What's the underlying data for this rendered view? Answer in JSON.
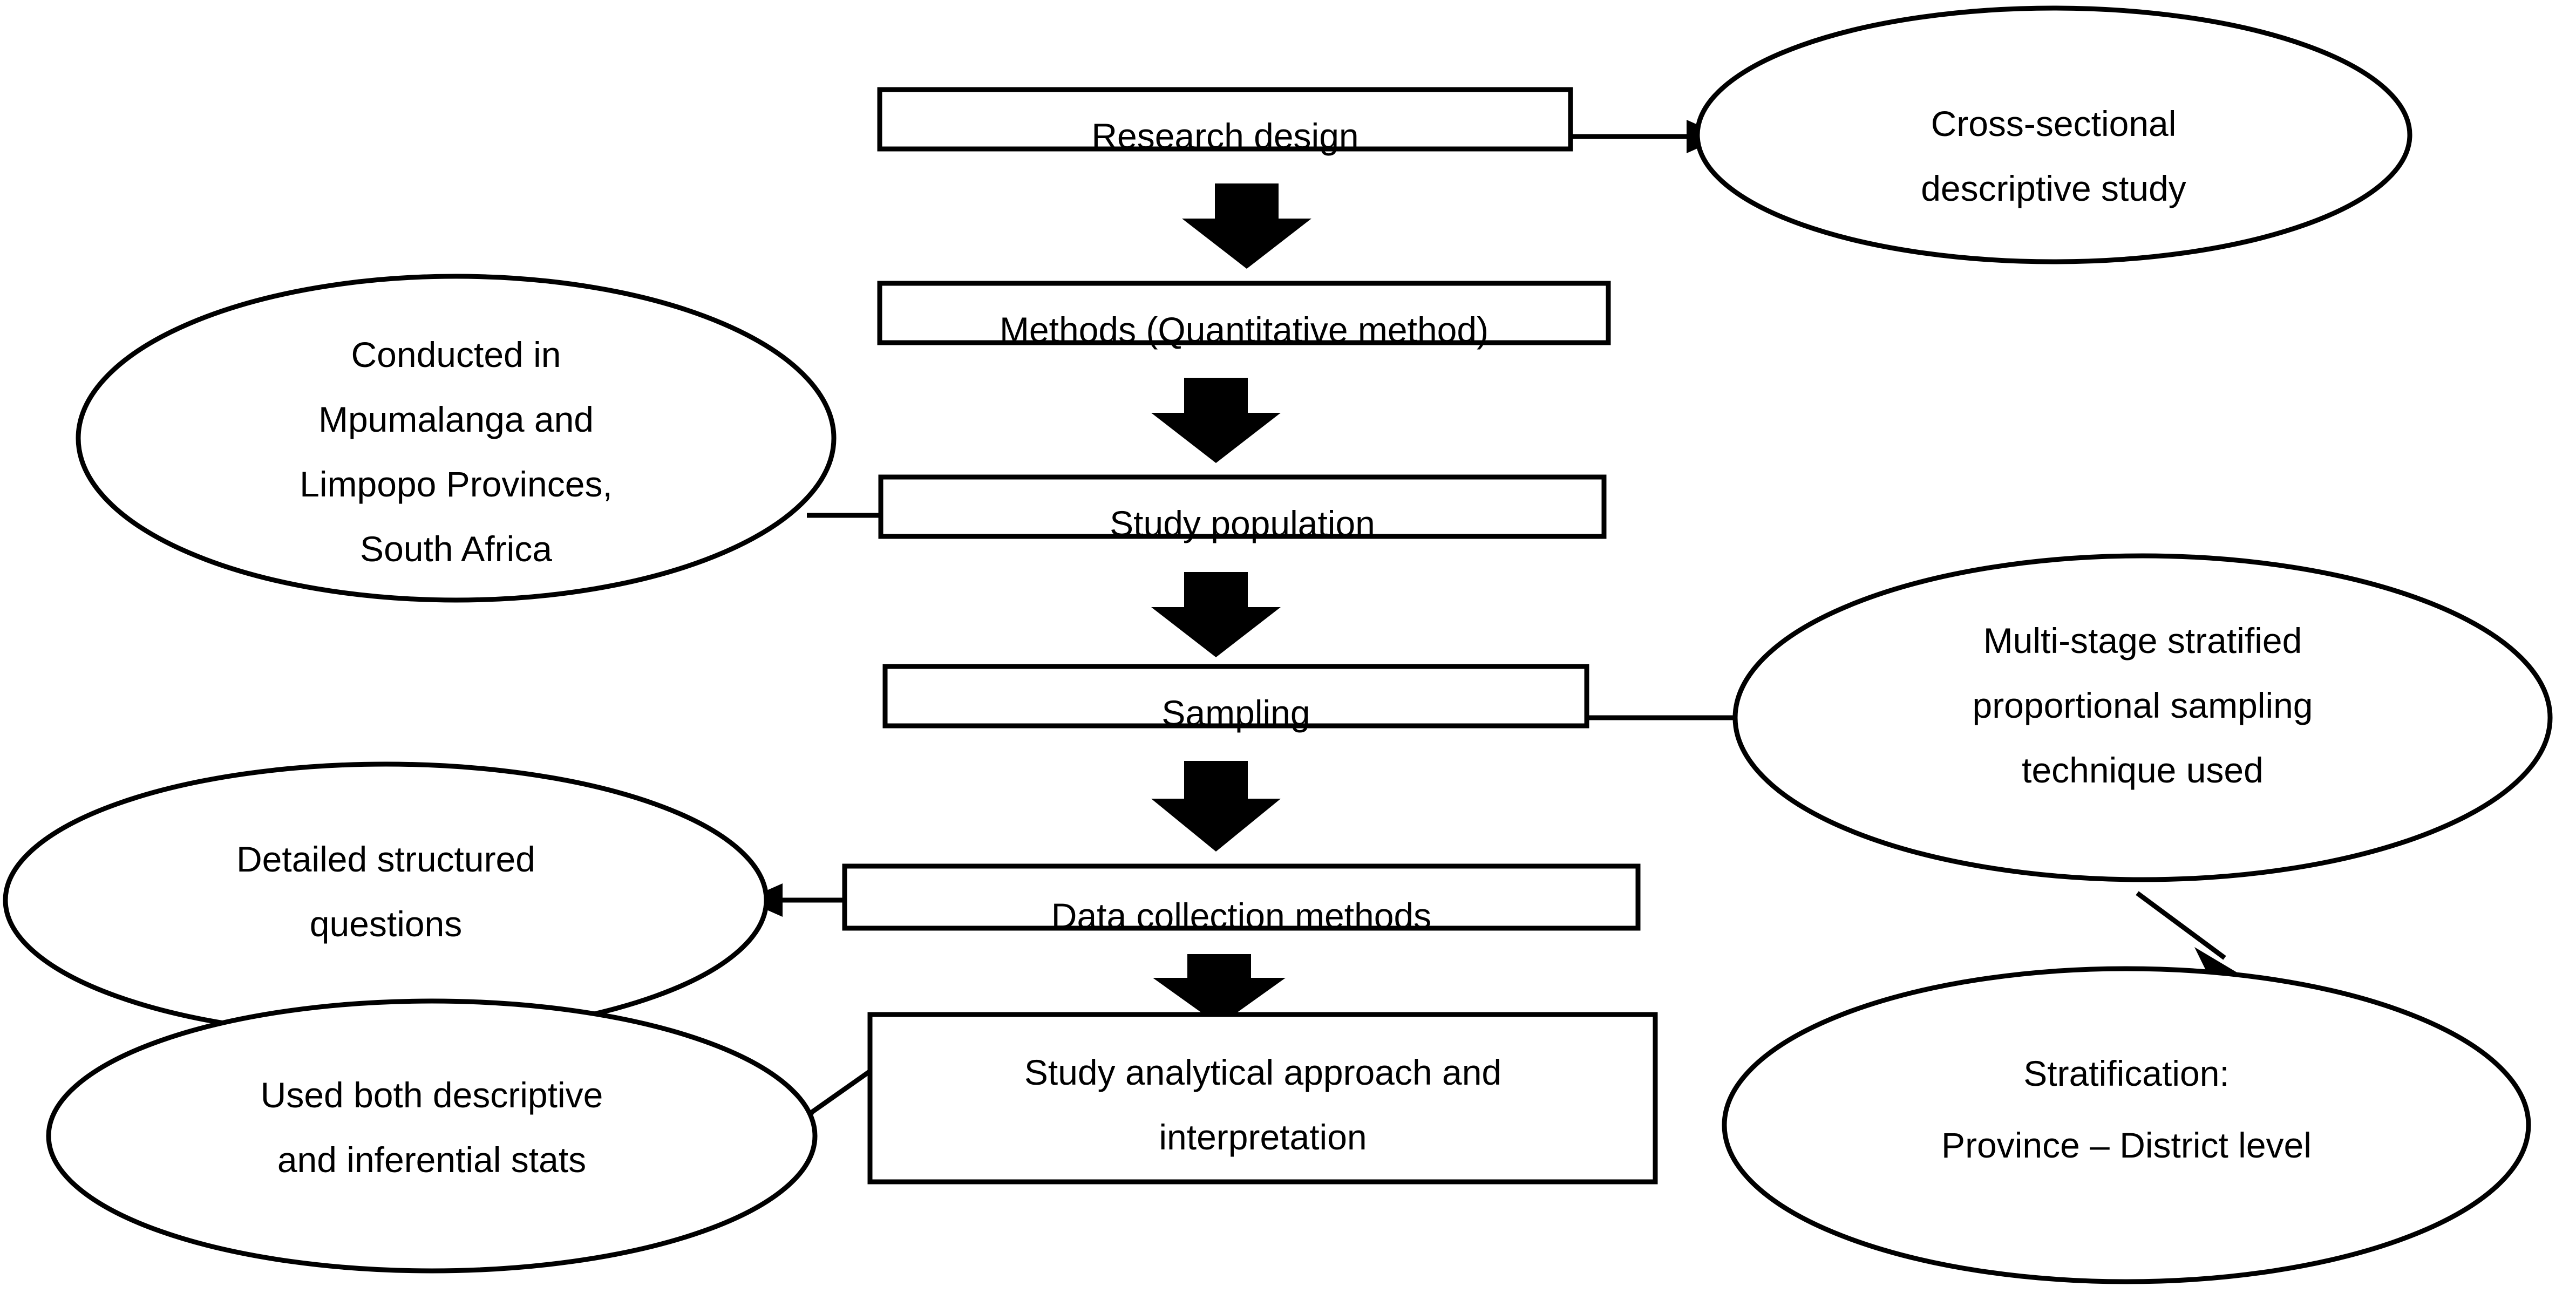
{
  "diagram": {
    "title": "Research methodology flowchart",
    "colors": {
      "stroke": "#000000",
      "fill": "#ffffff",
      "text": "#000000"
    },
    "process_boxes": [
      {
        "id": "research-design",
        "label": "Research design",
        "lines": [
          "Research design"
        ]
      },
      {
        "id": "methods",
        "label": "Methods (Quantitative method)",
        "lines": [
          "Methods (Quantitative method)"
        ]
      },
      {
        "id": "study-population",
        "label": "Study population",
        "lines": [
          "Study population"
        ]
      },
      {
        "id": "sampling",
        "label": "Sampling",
        "lines": [
          "Sampling"
        ]
      },
      {
        "id": "data-collection-methods",
        "label": "Data collection methods",
        "lines": [
          "Data collection methods"
        ]
      },
      {
        "id": "study-analytical-approach",
        "label": "Study analytical approach and interpretation",
        "lines": [
          "Study analytical approach and",
          "interpretation"
        ]
      }
    ],
    "ellipses": [
      {
        "id": "cross-sectional-descriptive-study",
        "label": "Cross-sectional descriptive study",
        "lines": [
          "Cross-sectional",
          "descriptive study"
        ]
      },
      {
        "id": "conducted-in-provinces",
        "label": "Conducted in Mpumalanga and Limpopo Provinces, South Africa",
        "lines": [
          "Conducted in",
          "Mpumalanga and",
          "Limpopo Provinces,",
          "South Africa"
        ]
      },
      {
        "id": "multi-stage-stratified-sampling",
        "label": "Multi-stage stratified proportional sampling technique used",
        "lines": [
          "Multi-stage stratified",
          "proportional sampling",
          "technique used"
        ]
      },
      {
        "id": "detailed-structured-questions",
        "label": "Detailed structured questions",
        "lines": [
          "Detailed structured",
          "questions"
        ]
      },
      {
        "id": "stratification-levels",
        "label": "Stratification: Province – District level",
        "lines": [
          "Stratification:",
          "Province – District level"
        ]
      },
      {
        "id": "descriptive-inferential-stats",
        "label": "Used both descriptive and inferential stats",
        "lines": [
          "Used both descriptive",
          "and inferential stats"
        ]
      }
    ],
    "connectors": [
      {
        "id": "research-design-to-methods",
        "type": "block-arrow-down"
      },
      {
        "id": "methods-to-study-population",
        "type": "block-arrow-down"
      },
      {
        "id": "study-population-to-sampling",
        "type": "block-arrow-down"
      },
      {
        "id": "sampling-to-data-collection",
        "type": "block-arrow-down"
      },
      {
        "id": "data-collection-to-analytical",
        "type": "block-arrow-down"
      },
      {
        "id": "research-design-to-cross-sectional",
        "type": "line-arrow-right"
      },
      {
        "id": "conducted-in-to-study-population",
        "type": "plain-line"
      },
      {
        "id": "sampling-to-multi-stage",
        "type": "plain-line"
      },
      {
        "id": "multi-stage-to-stratification",
        "type": "diagonal-arrow-down-right"
      },
      {
        "id": "data-collection-to-detailed-questions",
        "type": "line-arrow-left"
      },
      {
        "id": "analytical-to-descriptive-stats",
        "type": "diagonal-arrow-down-left"
      }
    ]
  }
}
